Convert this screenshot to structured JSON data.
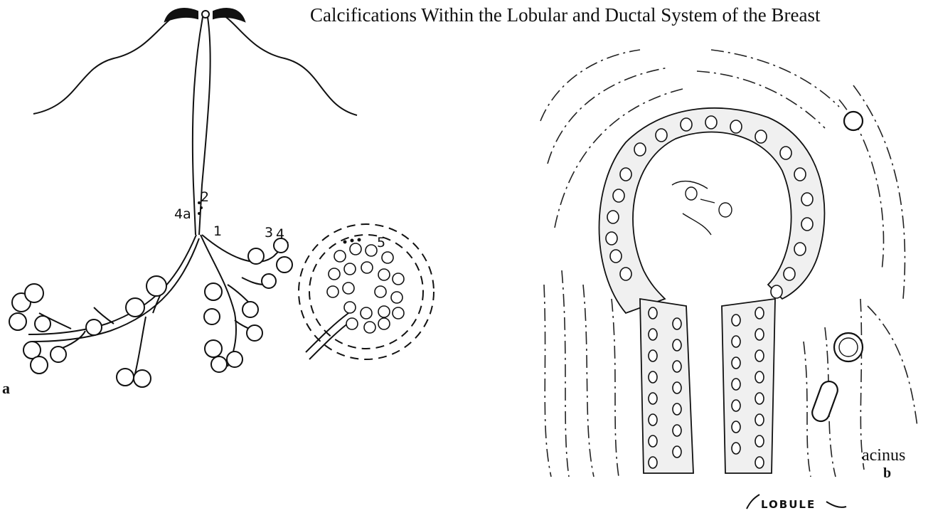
{
  "title": "Calcifications Within the Lobular and Ductal System of the Breast",
  "panel_a": {
    "letter": "a",
    "labels": {
      "n1": "1",
      "n2": "2",
      "n3": "3",
      "n4": "4",
      "n4a": "4a",
      "n5": "5"
    }
  },
  "panel_b": {
    "letter": "b",
    "acinus": "acinus",
    "lobule": "LOBULE"
  }
}
